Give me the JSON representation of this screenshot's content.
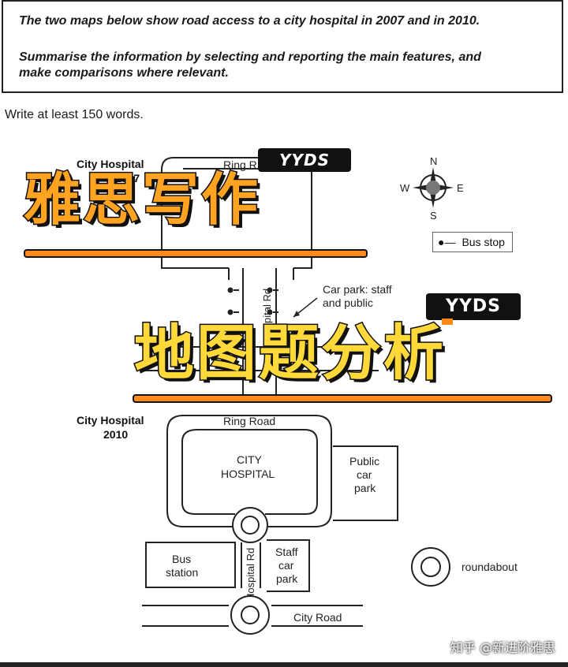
{
  "task": {
    "line1": "The two maps below show road access to a city hospital in 2007 and in 2010.",
    "line2": "Summarise the information by selecting and reporting the main features, and",
    "line3": "make comparisons where relevant."
  },
  "instruction": "Write at least 150 words.",
  "map2007": {
    "title1": "City Hospital",
    "title2": "2007",
    "ring_road": "Ring R",
    "hospital_rd": "pital Rd",
    "car_park_1": "Car park: staff",
    "car_park_2": "and public",
    "city_road_fragment": "C"
  },
  "compass": {
    "n": "N",
    "s": "S",
    "e": "E",
    "w": "W"
  },
  "legend": {
    "bus_stop": "Bus stop",
    "roundabout": "roundabout"
  },
  "map2010": {
    "title1": "City Hospital",
    "title2": "2010",
    "ring_road": "Ring Road",
    "hospital_1": "CITY",
    "hospital_2": "HOSPITAL",
    "public_1": "Public",
    "public_2": "car",
    "public_3": "park",
    "bus_1": "Bus",
    "bus_2": "station",
    "staff_1": "Staff",
    "staff_2": "car",
    "staff_3": "park",
    "hospital_rd": "Hospital Rd",
    "city_road": "City Road"
  },
  "overlay": {
    "title_top": "雅思写作",
    "title_bottom": "地图题分析",
    "tag_top": "YYDS",
    "tag_bottom": "YYDS"
  },
  "watermark": "知乎 @新进阶雅思",
  "colors": {
    "orange": "#ffa321",
    "yellow": "#ffd93a",
    "accent": "#ff8a1c"
  }
}
